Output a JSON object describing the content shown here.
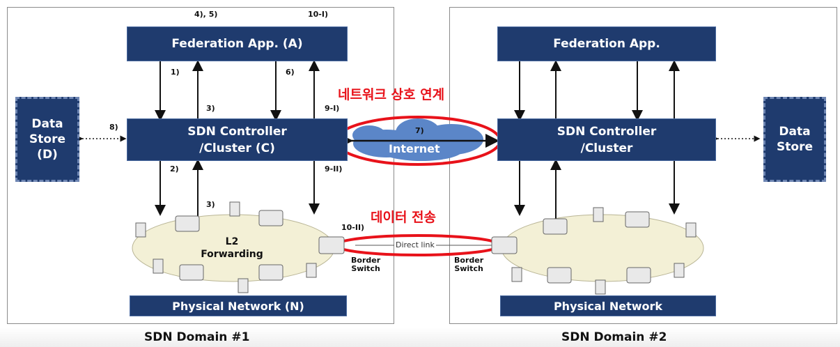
{
  "domain1": {
    "federation": "Federation App. (A)",
    "controller_line1": "SDN Controller",
    "controller_line2": "/Cluster (C)",
    "datastore_line1": "Data",
    "datastore_line2": "Store",
    "datastore_line3": "(D)",
    "forwarding_line1": "L2",
    "forwarding_line2": "Forwarding",
    "physical": "Physical Network (N)",
    "border_line1": "Border",
    "border_line2": "Switch",
    "caption": "SDN Domain #1"
  },
  "domain2": {
    "federation": "Federation App.",
    "controller_line1": "SDN Controller",
    "controller_line2": "/Cluster",
    "datastore_line1": "Data",
    "datastore_line2": "Store",
    "physical": "Physical Network",
    "border_line1": "Border",
    "border_line2": "Switch",
    "caption": "SDN Domain #2"
  },
  "steps": {
    "s45": "4), 5)",
    "s10i": "10-I)",
    "s1": "1)",
    "s6": "6)",
    "s3a": "3)",
    "s9i": "9-I)",
    "s8": "8)",
    "s2": "2)",
    "s9ii": "9-II)",
    "s3b": "3)",
    "s10ii": "10-II)",
    "s7": "7)"
  },
  "internet": "Internet",
  "direct_link": "Direct link",
  "annotations": {
    "interconnect": "네트워크 상호 연계",
    "data_transfer": "데이터 전송"
  },
  "colors": {
    "box_fill": "#1f3b6e",
    "highlight": "#e8121a",
    "cloud": "#5b86c8",
    "ring": "#f3f0d6"
  }
}
